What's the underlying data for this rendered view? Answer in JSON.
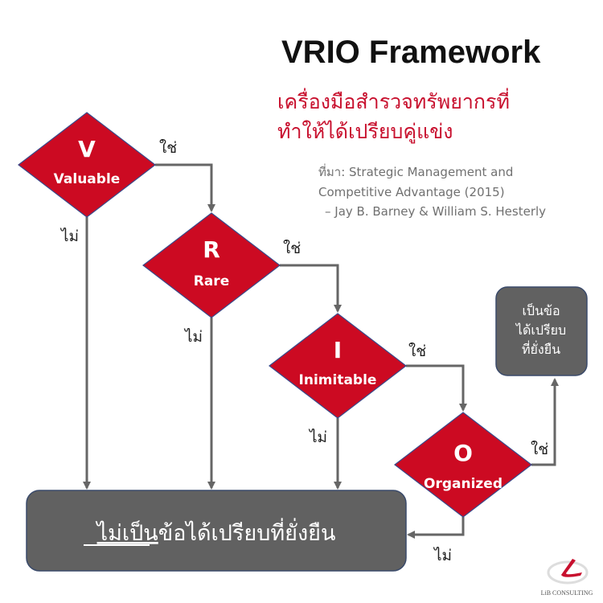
{
  "title": "VRIO Framework",
  "subtitle": [
    "เครื่องมือสำรวจทรัพยากรที่",
    "ทำให้ได้เปรียบคู่แข่ง"
  ],
  "source": [
    "ที่มา: Strategic Management and",
    "Competitive  Advantage (2015)",
    "– Jay B. Barney & William S. Hesterly"
  ],
  "steps": [
    {
      "letter": "V",
      "label": "Valuable"
    },
    {
      "letter": "R",
      "label": "Rare"
    },
    {
      "letter": "I",
      "label": "Inimitable"
    },
    {
      "letter": "O",
      "label": "Organized"
    }
  ],
  "yes_label": "ใช่",
  "no_label": "ไม่",
  "result_yes": [
    "เป็นข้อ",
    "ได้เปรียบ",
    "ที่ยั่งยืน"
  ],
  "result_no": {
    "underlined": "ไม่เป็น",
    "rest": "ข้อได้เปรียบที่ยั่งยืน"
  },
  "logo_text": "LiB CONSULTING",
  "colors": {
    "diamond": "#cc0a22",
    "box": "#616161",
    "accent": "#c8102e"
  }
}
